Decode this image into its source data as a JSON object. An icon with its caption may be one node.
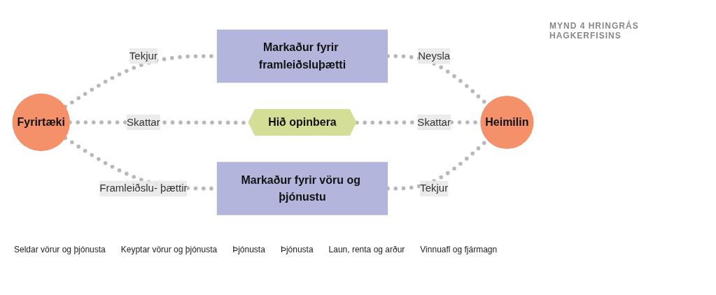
{
  "diagram": {
    "title": "MYND 4 HRINGRÁS HAGKERFISINS",
    "nodes": [
      {
        "text": [
          "Markaður fyrir framleiðsluþætti"
        ]
      },
      {
        "text": [
          "Fyrirtæki"
        ]
      },
      {
        "text": [
          "Hið opinbera"
        ]
      },
      {
        "text": [
          "Heimilin"
        ]
      },
      {
        "text": [
          "Markaður fyrir vöru og þjónustu"
        ]
      }
    ],
    "edges": [
      {
        "from": 1,
        "to": 0,
        "arrow": "none",
        "label": "Tekjur",
        "style": "dashed"
      },
      {
        "from": 0,
        "to": 3,
        "arrow": "none",
        "label": "Neysla",
        "style": "dashed"
      },
      {
        "from": 1,
        "to": 2,
        "arrow": "none",
        "label": "Skattar",
        "style": "dashed"
      },
      {
        "from": 2,
        "to": 3,
        "arrow": "none",
        "label": "Skattar",
        "style": "dashed"
      },
      {
        "from": 1,
        "to": 4,
        "arrow": "none",
        "label": "Framleiðslu- þættir",
        "style": "dashed"
      },
      {
        "from": 4,
        "to": 3,
        "arrow": "none",
        "label": "Tekjur",
        "style": "dashed"
      }
    ],
    "labels": [
      "Seldar vörur og þjónusta",
      "Keyptar vörur og þjónusta",
      "Þjónusta",
      "Þjónusta",
      "Laun, renta og arður",
      "Vinnuafl og fjármagn"
    ]
  }
}
